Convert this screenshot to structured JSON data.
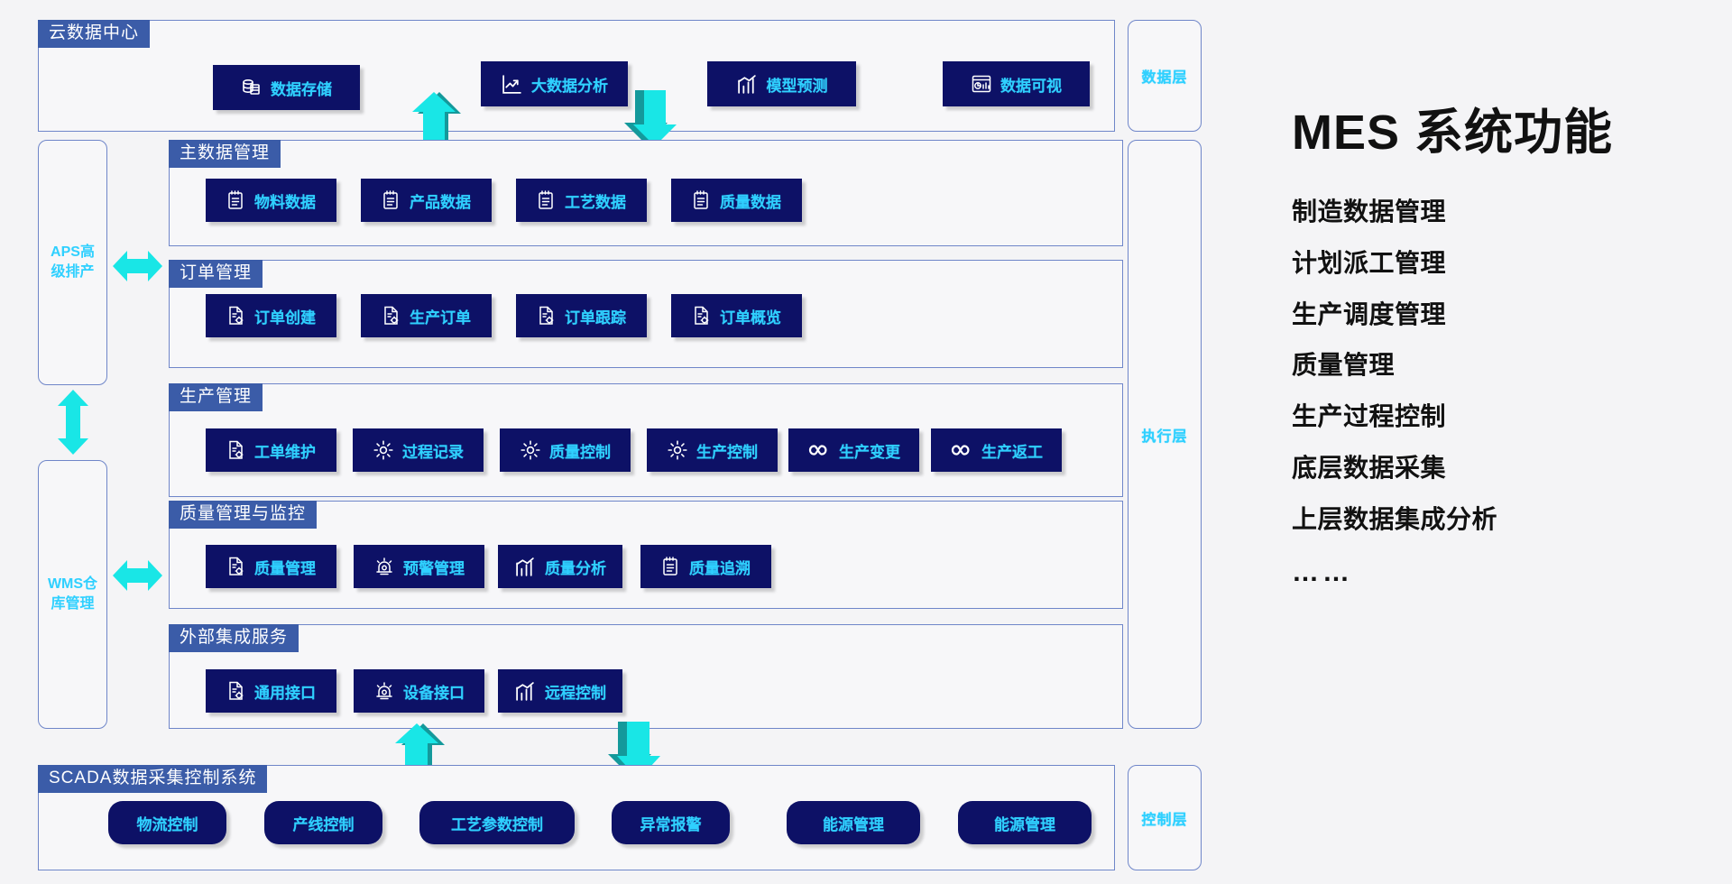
{
  "diagram": {
    "layers": [
      {
        "id": "data-layer",
        "label": "数据层"
      },
      {
        "id": "execution-layer",
        "label": "执行层"
      },
      {
        "id": "control-layer",
        "label": "控制层"
      }
    ],
    "side_systems": [
      {
        "id": "aps",
        "label": "APS高\n级排产"
      },
      {
        "id": "wms",
        "label": "WMS仓\n库管理"
      }
    ],
    "sections": [
      {
        "id": "cloud-data-center",
        "title": "云数据中心",
        "buttons": [
          {
            "label": "数据存储",
            "icon": "database-icon"
          },
          {
            "label": "大数据分析",
            "icon": "chart-line-up-icon"
          },
          {
            "label": "模型预测",
            "icon": "chart-trend-icon"
          },
          {
            "label": "数据可视",
            "icon": "dashboard-icon"
          }
        ]
      },
      {
        "id": "master-data-management",
        "title": "主数据管理",
        "buttons": [
          {
            "label": "物料数据",
            "icon": "clipboard-icon"
          },
          {
            "label": "产品数据",
            "icon": "clipboard-icon"
          },
          {
            "label": "工艺数据",
            "icon": "clipboard-icon"
          },
          {
            "label": "质量数据",
            "icon": "clipboard-icon"
          }
        ]
      },
      {
        "id": "order-management",
        "title": "订单管理",
        "buttons": [
          {
            "label": "订单创建",
            "icon": "document-gear-icon"
          },
          {
            "label": "生产订单",
            "icon": "document-gear-icon"
          },
          {
            "label": "订单跟踪",
            "icon": "document-gear-icon"
          },
          {
            "label": "订单概览",
            "icon": "document-gear-icon"
          }
        ]
      },
      {
        "id": "production-management",
        "title": "生产管理",
        "buttons": [
          {
            "label": "工单维护",
            "icon": "document-gear-icon"
          },
          {
            "label": "过程记录",
            "icon": "gear-icon"
          },
          {
            "label": "质量控制",
            "icon": "gear-icon"
          },
          {
            "label": "生产控制",
            "icon": "gear-icon"
          },
          {
            "label": "生产变更",
            "icon": "infinity-icon"
          },
          {
            "label": "生产返工",
            "icon": "infinity-icon"
          }
        ]
      },
      {
        "id": "quality-management-monitoring",
        "title": "质量管理与监控",
        "buttons": [
          {
            "label": "质量管理",
            "icon": "document-gear-icon"
          },
          {
            "label": "预警管理",
            "icon": "alarm-icon"
          },
          {
            "label": "质量分析",
            "icon": "chart-trend-icon"
          },
          {
            "label": "质量追溯",
            "icon": "clipboard-icon"
          }
        ]
      },
      {
        "id": "external-integration-services",
        "title": "外部集成服务",
        "buttons": [
          {
            "label": "通用接口",
            "icon": "document-gear-icon"
          },
          {
            "label": "设备接口",
            "icon": "alarm-icon"
          },
          {
            "label": "远程控制",
            "icon": "chart-trend-icon"
          }
        ]
      },
      {
        "id": "scada",
        "title": "SCADA数据采集控制系统",
        "buttons": [
          {
            "label": "物流控制",
            "icon": "none"
          },
          {
            "label": "产线控制",
            "icon": "none"
          },
          {
            "label": "工艺参数控制",
            "icon": "none"
          },
          {
            "label": "异常报警",
            "icon": "none"
          },
          {
            "label": "能源管理",
            "icon": "none"
          },
          {
            "label": "能源管理",
            "icon": "none"
          }
        ]
      }
    ]
  },
  "right_panel": {
    "title": "MES 系统功能",
    "features": [
      "制造数据管理",
      "计划派工管理",
      "生产调度管理",
      "质量管理",
      "生产过程控制",
      "底层数据采集",
      "上层数据集成分析",
      "……"
    ]
  },
  "colors": {
    "button_bg": "#0d1166",
    "accent_text": "#2fd0ff",
    "tag_bg": "#3b5ca8",
    "panel_border": "#6f86c9",
    "arrow": "#19e6e6",
    "arrow_shadow": "#14999b",
    "page_bg": "#f4f4f6"
  }
}
